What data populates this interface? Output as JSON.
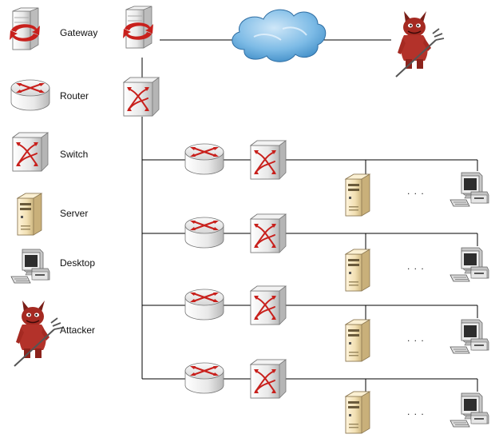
{
  "legend": {
    "gateway": "Gateway",
    "router": "Router",
    "switch": "Switch",
    "server": "Server",
    "desktop": "Desktop",
    "attacker": "Attacker"
  },
  "ellipsis": ". . .",
  "colors": {
    "device_red": "#c8201c",
    "cloud_blue": "#5ea5d8",
    "attacker_red": "#a52a22",
    "line": "#000000"
  }
}
